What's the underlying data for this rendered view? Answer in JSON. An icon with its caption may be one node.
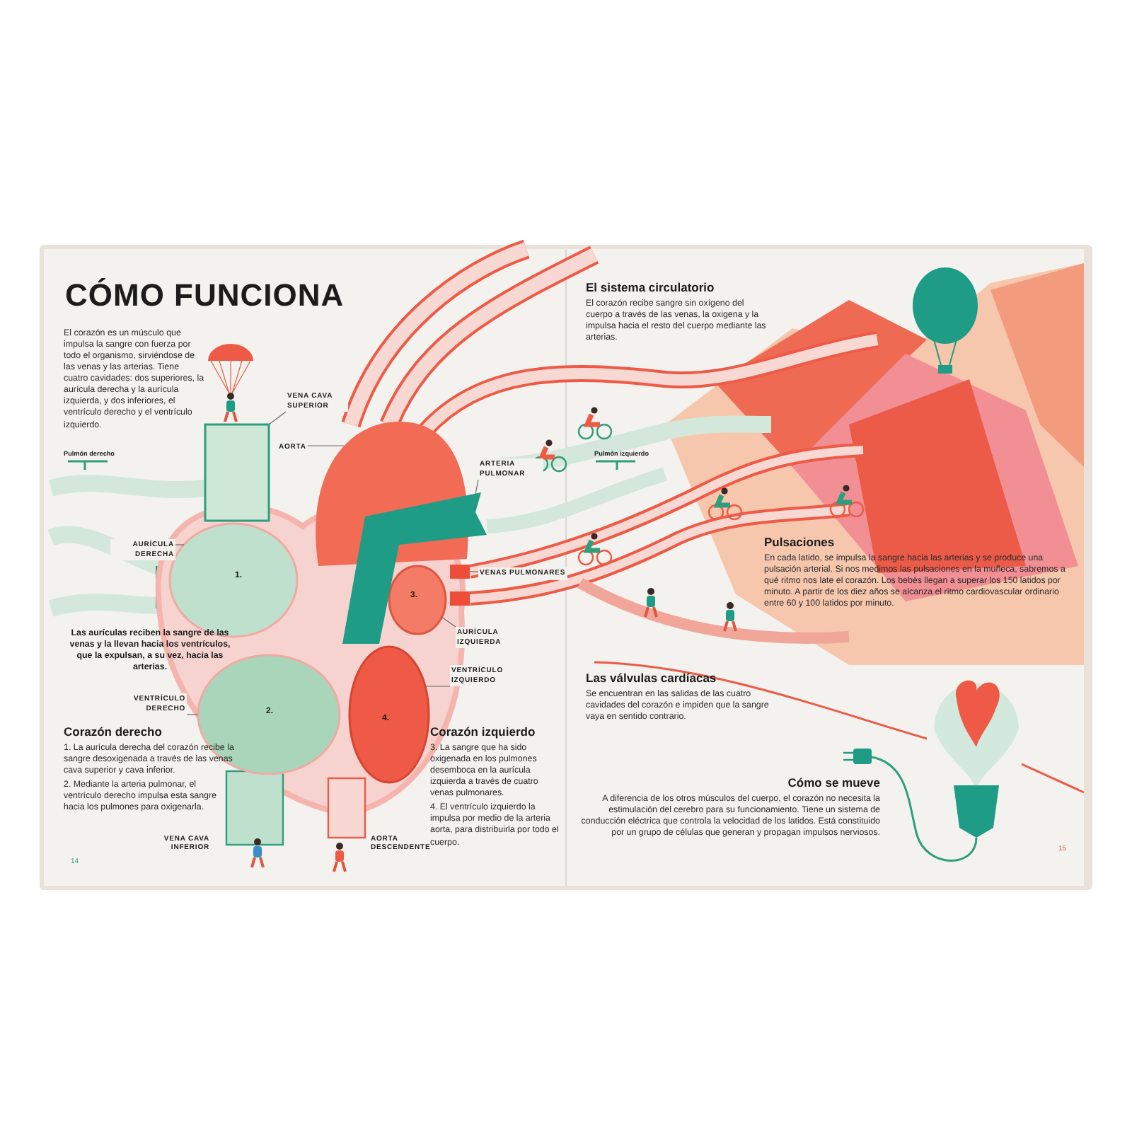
{
  "diagram": {
    "title": "CÓMO FUNCIONA",
    "nodes": [
      {
        "text": [
          "VENA CAVA SUPERIOR"
        ]
      },
      {
        "text": [],
        "shape": "box"
      },
      {
        "text": [
          "AORTA"
        ]
      },
      {
        "text": [],
        "shape": "picture"
      },
      {
        "text": [
          "ARTERIA PULMONAR"
        ]
      },
      {
        "text": [],
        "shape": "picture"
      },
      {
        "text": [
          "AURÍCULA DERECHA"
        ]
      },
      {
        "text": [],
        "shape": "circle"
      },
      {
        "text": [
          "VENAS PULMONARES"
        ]
      },
      {
        "text": [],
        "shape": "picture"
      },
      {
        "text": [
          "AURÍCULA IZQUIERDA"
        ]
      },
      {
        "text": [],
        "shape": "circle"
      },
      {
        "text": [
          "VENTRÍCULO IZQUIERDO"
        ]
      },
      {
        "text": [],
        "shape": "circle"
      },
      {
        "text": [
          "VENTRÍCULO DERECHO"
        ]
      },
      {
        "text": [],
        "shape": "circle"
      }
    ],
    "edges": [
      {
        "from": 0,
        "to": 1,
        "arrow": "none"
      },
      {
        "from": 2,
        "to": 3,
        "arrow": "none"
      },
      {
        "from": 4,
        "to": 5,
        "arrow": "none"
      },
      {
        "from": 6,
        "to": 7,
        "arrow": "none"
      },
      {
        "from": 8,
        "to": 9,
        "arrow": "none"
      },
      {
        "from": 10,
        "to": 11,
        "arrow": "none"
      },
      {
        "from": 12,
        "to": 13,
        "arrow": "none"
      },
      {
        "from": 14,
        "to": 15,
        "arrow": "none"
      }
    ],
    "labels": [
      "El corazón es un músculo que impulsa la sangre con fuerza por todo el organismo, sirviéndose de las venas y las arterias. Tiene cuatro cavidades: dos superiores, la aurícula derecha y la aurícula izquierda, y dos inferiores, el ventrículo derecho y el ventrículo izquierdo.",
      "Pulmón derecho",
      "1.",
      "2.",
      "3.",
      "4.",
      "Las aurículas reciben la sangre de las venas y la llevan hacia los ventrículos, que la expulsan, a su vez, hacia las arterias.",
      "Corazón derecho",
      "1. La aurícula derecha del corazón recibe la sangre desoxigenada a través de las venas cava superior y cava inferior.",
      "2. Mediante la arteria pulmonar, el ventrículo derecho impulsa esta sangre hacia los pulmones para oxigenarla.",
      "Corazón izquierdo",
      "3. La sangre que ha sido oxigenada en los pulmones desemboca en la aurícula izquierda a través de cuatro venas pulmonares.",
      "4. El ventrículo izquierdo la impulsa por medio de la arteria aorta, para distribuirla por todo el cuerpo.",
      "VENA CAVA INFERIOR",
      "AORTA DESCENDENTE",
      "14",
      "El sistema circulatorio",
      "El corazón recibe sangre sin oxígeno del cuerpo a través de las venas, la oxigena y la impulsa hacia el resto del cuerpo mediante las arterias.",
      "Pulmón izquierdo",
      "Pulsaciones",
      "En cada latido, se impulsa la sangre hacia las arterias y se produce una pulsación arterial. Si nos medimos las pulsaciones en la muñeca, sabremos a qué ritmo nos late el corazón. Los bebés llegan a superar los 150 latidos por minuto. A partir de los diez años se alcanza el ritmo cardiovascular ordinario entre 60 y 100 latidos por minuto.",
      "Las válvulas cardíacas",
      "Se encuentran en las salidas de las cuatro cavidades del corazón e impiden que la sangre vaya en sentido contrario.",
      "Cómo se mueve",
      "A diferencia de los otros músculos del cuerpo, el corazón no necesita la estimulación del cerebro para su funcionamiento. Tiene un sistema de conducción eléctrica que controla la velocidad de los latidos. Está constituido por un grupo de células que generan y propagan impulsos nerviosos.",
      "15"
    ]
  }
}
